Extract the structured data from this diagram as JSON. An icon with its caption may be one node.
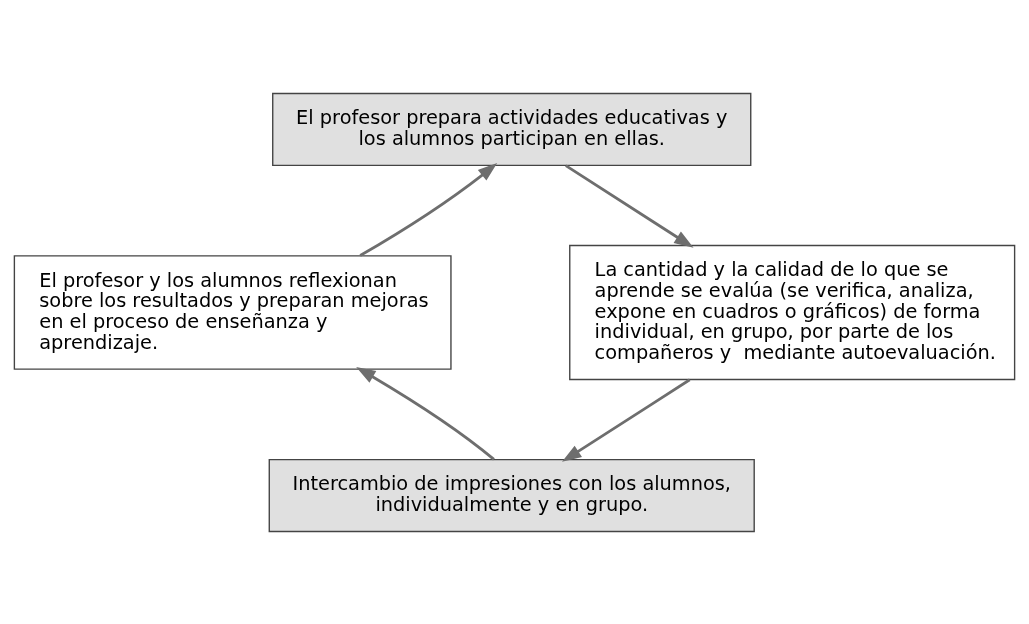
{
  "diagram": {
    "nodes": [
      {
        "text": [
          "El profesor prepara actividades educativas y los alumnos participan en ellas."
        ]
      },
      {
        "text": [
          "El profesor y los alumnos reflexionan sobre los resultados y preparan mejoras en el proceso de enseñanza y aprendizaje."
        ]
      },
      {
        "text": [
          "La cantidad y la calidad de lo que se aprende se evalúa (se verifica, analiza, expone en cuadros o gráficos) de forma individual, en grupo, por parte de los compañeros y  mediante autoevaluación."
        ]
      },
      {
        "text": [
          "Intercambio de impresiones con los alumnos, individualmente y en grupo."
        ]
      }
    ],
    "edges": [
      {
        "from": 0,
        "to": 2,
        "arrow": "to"
      },
      {
        "from": 2,
        "to": 3,
        "arrow": "to"
      },
      {
        "from": 3,
        "to": 1,
        "arrow": "to"
      },
      {
        "from": 1,
        "to": 0,
        "arrow": "to"
      }
    ]
  }
}
